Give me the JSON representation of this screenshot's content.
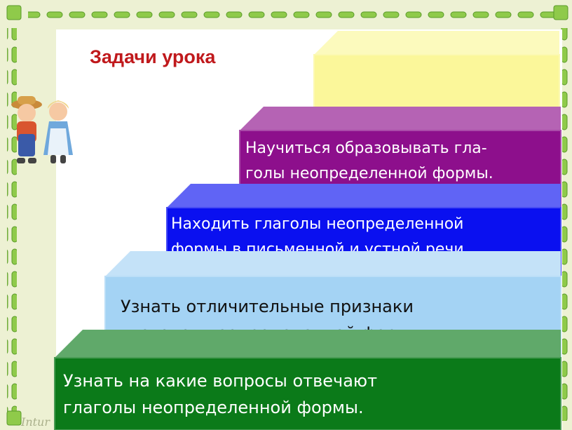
{
  "slide": {
    "title": "Задачи урока",
    "steps": [
      {
        "line1": "Узнать на какие вопросы отвечают",
        "line2": "глаголы неопределенной формы.",
        "color": "#0b7a19",
        "text_color": "#ffffff"
      },
      {
        "line1": "Узнать отличительные признаки",
        "line2": "глаголов неопределенной формы.",
        "color": "#a4d3f4",
        "text_color": "#111111"
      },
      {
        "line1": "Находить глаголы неопределенной",
        "line2": "формы в письменной и устной речи.",
        "color": "#0a10f0",
        "text_color": "#ffffff"
      },
      {
        "line1": "Научиться образовывать гла-",
        "line2": "голы неопределенной формы.",
        "color": "#8d0f8c",
        "text_color": "#ffffff"
      },
      {
        "line1": "",
        "line2": "",
        "color": "#fbf79a",
        "text_color": "#111111"
      }
    ],
    "watermark": "Intur"
  },
  "icons": {
    "children_icon": "boy-and-girl-figures",
    "frame_icon": "green-stitched-border"
  }
}
